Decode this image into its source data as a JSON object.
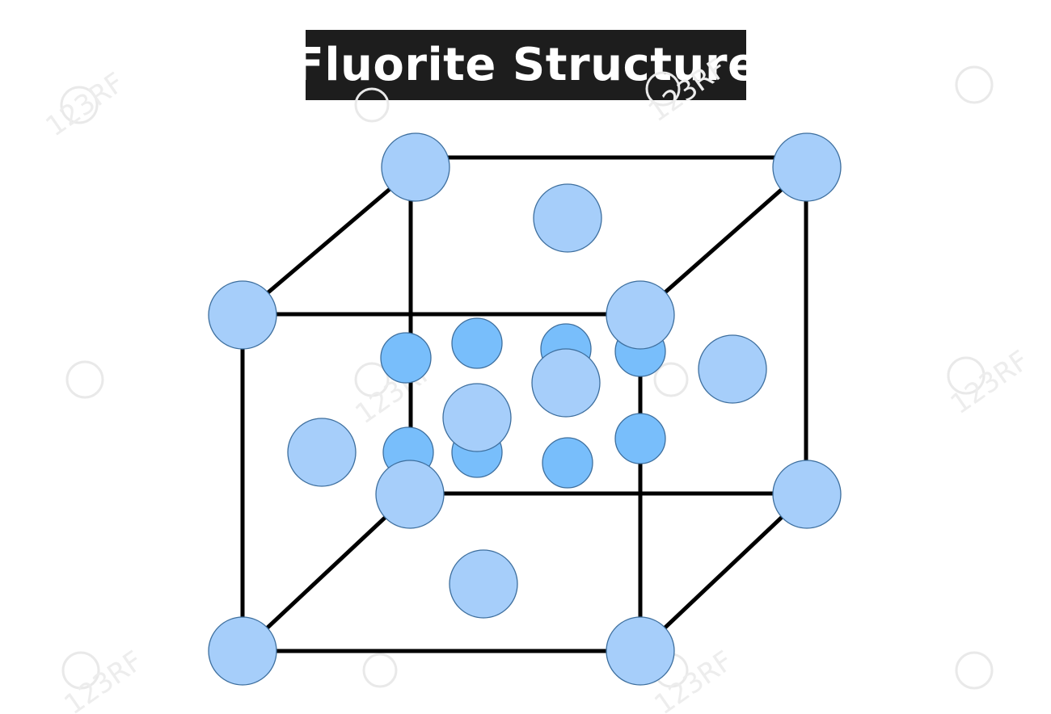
{
  "title": "Fluorite Structure",
  "colors": {
    "background": "#ffffff",
    "title_background": "#1d1d1d",
    "title_text": "#ffffff",
    "cube_edge": "#000000",
    "cation_fill": "#a6cefa",
    "anion_fill": "#78befb",
    "atom_stroke": "#3e6f9e",
    "watermark": "#e9e9e9"
  },
  "watermark_text": "123RF",
  "structure": {
    "lattice": "face-centered cubic",
    "cation_count_shown": 14,
    "anion_count_shown": 8
  }
}
